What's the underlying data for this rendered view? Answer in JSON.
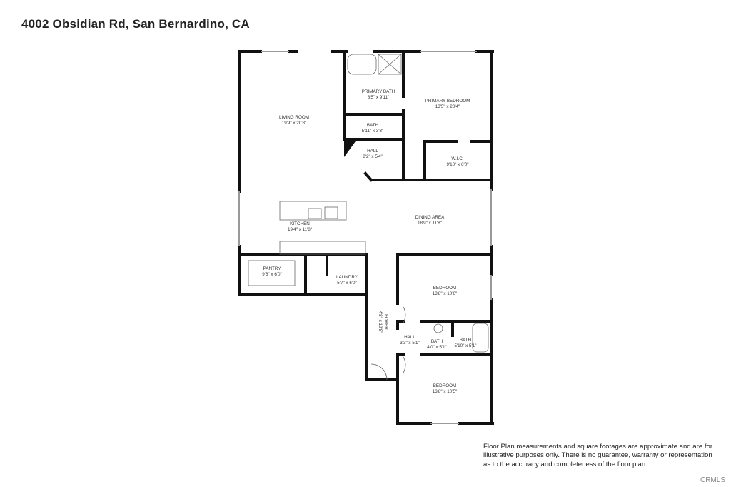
{
  "title": "4002 Obsidian Rd, San Bernardino, CA",
  "rooms": [
    {
      "name": "LIVING ROOM",
      "dims": "19'9\" x 20'8\""
    },
    {
      "name": "PRIMARY BATH",
      "dims": "8'5\" x 9'11\""
    },
    {
      "name": "PRIMARY BEDROOM",
      "dims": "13'5\" x 20'4\""
    },
    {
      "name": "BATH",
      "dims": "5'11\" x 3'3\""
    },
    {
      "name": "HALL",
      "dims": "8'2\" x 5'4\""
    },
    {
      "name": "W.I.C.",
      "dims": "9'10\" x 6'0\""
    },
    {
      "name": "KITCHEN",
      "dims": "19'4\" x 11'8\""
    },
    {
      "name": "DINING AREA",
      "dims": "18'9\" x 11'8\""
    },
    {
      "name": "PANTRY",
      "dims": "9'8\" x 6'0\""
    },
    {
      "name": "LAUNDRY",
      "dims": "5'7\" x 6'0\""
    },
    {
      "name": "BEDROOM",
      "dims": "13'8\" x 10'6\""
    },
    {
      "name": "FOYER",
      "dims": "4'8\" x 19'8\""
    },
    {
      "name": "HALL",
      "dims": "3'3\" x 5'1\""
    },
    {
      "name": "BATH",
      "dims": "4'0\" x 5'1\""
    },
    {
      "name": "BATH",
      "dims": "5'10\" x 5'1\""
    },
    {
      "name": "BEDROOM",
      "dims": "13'8\" x 10'5\""
    }
  ],
  "disclaimer": {
    "line1": "Floor Plan measurements and square footages are approximate and are for",
    "line2": "illustrative purposes only. There is no guarantee, warranty or representation",
    "line3": "as to the accuracy and completeness of the floor plan"
  },
  "watermark": "CRMLS"
}
